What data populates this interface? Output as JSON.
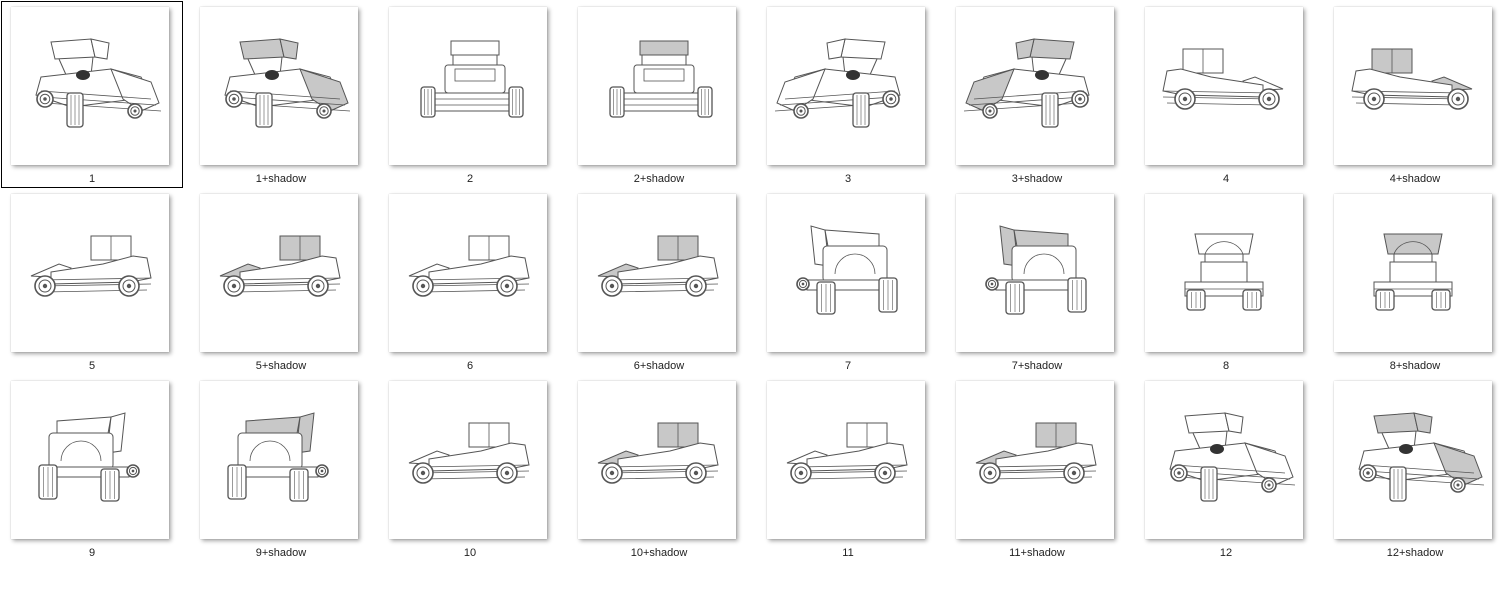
{
  "window": {
    "selected_index": 0
  },
  "items": [
    {
      "label": "1",
      "view": "front-left",
      "shadow": false
    },
    {
      "label": "1+shadow",
      "view": "front-left",
      "shadow": true
    },
    {
      "label": "2",
      "view": "front",
      "shadow": false
    },
    {
      "label": "2+shadow",
      "view": "front",
      "shadow": true
    },
    {
      "label": "3",
      "view": "front-right",
      "shadow": false
    },
    {
      "label": "3+shadow",
      "view": "front-right",
      "shadow": true
    },
    {
      "label": "4",
      "view": "side-right",
      "shadow": false
    },
    {
      "label": "4+shadow",
      "view": "side-right",
      "shadow": true
    },
    {
      "label": "5",
      "view": "side-left",
      "shadow": false
    },
    {
      "label": "5+shadow",
      "view": "side-left",
      "shadow": true
    },
    {
      "label": "6",
      "view": "rear-left-low",
      "shadow": false
    },
    {
      "label": "6+shadow",
      "view": "rear-left-low",
      "shadow": true
    },
    {
      "label": "7",
      "view": "rear-right",
      "shadow": false
    },
    {
      "label": "7+shadow",
      "view": "rear-right",
      "shadow": true
    },
    {
      "label": "8",
      "view": "rear",
      "shadow": false
    },
    {
      "label": "8+shadow",
      "view": "rear",
      "shadow": true
    },
    {
      "label": "9",
      "view": "rear-left",
      "shadow": false
    },
    {
      "label": "9+shadow",
      "view": "rear-left",
      "shadow": true
    },
    {
      "label": "10",
      "view": "side-left-3q",
      "shadow": false
    },
    {
      "label": "10+shadow",
      "view": "side-left-3q",
      "shadow": true
    },
    {
      "label": "11",
      "view": "side-left",
      "shadow": false
    },
    {
      "label": "11+shadow",
      "view": "side-left",
      "shadow": true
    },
    {
      "label": "12",
      "view": "front-left",
      "shadow": false
    },
    {
      "label": "12+shadow",
      "view": "front-left",
      "shadow": true
    }
  ],
  "colors": {
    "line": "#555555",
    "shadow_fill": "#c8c8c8",
    "selection_border": "#000000"
  },
  "icons": {
    "thumbnail": "race-car-line-drawing-icon"
  }
}
